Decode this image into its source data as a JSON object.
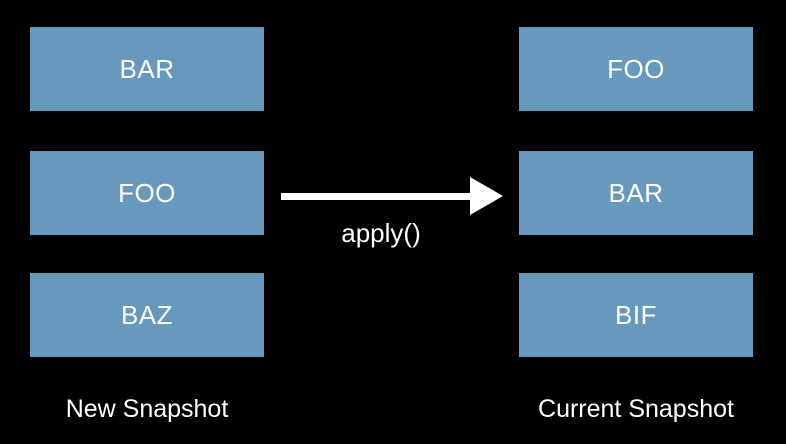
{
  "diagram": {
    "background_color": "#000000",
    "box_color": "#6699bb",
    "text_color": "#ffffff",
    "left_column": {
      "label": "New Snapshot",
      "boxes": [
        "BAR",
        "FOO",
        "BAZ"
      ]
    },
    "right_column": {
      "label": "Current Snapshot",
      "boxes": [
        "FOO",
        "BAR",
        "BIF"
      ]
    },
    "arrow": {
      "label": "apply()",
      "direction": "left-to-right",
      "color": "#ffffff"
    }
  }
}
